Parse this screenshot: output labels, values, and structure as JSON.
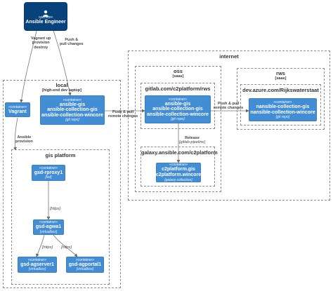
{
  "person": {
    "stereotype": "«person»",
    "name": "Ansible Engineer"
  },
  "boundaries": {
    "internet": {
      "title": "internet"
    },
    "local": {
      "title": "local",
      "subtitle": "[high-end dev laptop]"
    },
    "oss": {
      "title": "oss",
      "subtitle": "[saas]"
    },
    "rws": {
      "title": "rws",
      "subtitle": "[saas]"
    },
    "gitlab": {
      "title": "gitlab.com/c2platform/rws"
    },
    "azure": {
      "title": "dev.azure.com/Rijkswaterstaat"
    },
    "galaxy": {
      "title": "galaxy.ansible.com/c2platform"
    },
    "gis": {
      "title": "gis platform"
    }
  },
  "nodes": {
    "vagrant": {
      "stereotype": "«container»",
      "title": "Vagrant",
      "tech": ""
    },
    "local_repo": {
      "stereotype": "«container»",
      "title1": "ansible-gis",
      "title2": "ansible-collection-gis",
      "title3": "ansible-collection-wincore",
      "tech": "[git repo]"
    },
    "gitlab_repo": {
      "stereotype": "«container»",
      "title1": "ansible-gis",
      "title2": "ansible-collection-gis",
      "title3": "ansible-collection-wincore",
      "tech": "[git repo]"
    },
    "azure_repo": {
      "stereotype": "«container»",
      "title1": "nansible-collection-gis",
      "title2": "nansible-collection-wincore",
      "tech": "[git repo]"
    },
    "galaxy_coll": {
      "stereotype": "«container»",
      "title1": "c2platform.gis",
      "title2": "c2platform.wincore",
      "tech": "[galaxy collection]"
    },
    "rproxy": {
      "stereotype": "«container»",
      "title": "gsd-rproxy1",
      "tech": "[lxd]"
    },
    "agwa": {
      "stereotype": "«container»",
      "title": "gsd-agwa1",
      "tech": "[virtualbox]"
    },
    "agserver": {
      "stereotype": "«container»",
      "title": "gsd-agserver1",
      "tech": "[virtualbox]"
    },
    "agportal": {
      "stereotype": "«container»",
      "title": "gsd-agportal1",
      "tech": "[virtualbox]"
    }
  },
  "edges": {
    "vagrant_up": {
      "line1": "Vagrant up",
      "line2": "provision",
      "line3": "destroy"
    },
    "push_pull_person": {
      "line1": "Push &",
      "line2": "pull changes"
    },
    "push_pull_remote": {
      "line1": "Push & pull",
      "line2": "remote changes"
    },
    "push_pull_rws": {
      "line1": "Push & pull",
      "line2": "remote changes"
    },
    "release": {
      "line1": "Release",
      "tech": "[gitlab-pipeline]"
    },
    "ansible_provision": {
      "line1": "Ansible",
      "line2": "provision"
    },
    "https1": {
      "tech": "[https]"
    },
    "https2": {
      "tech": "[https]"
    },
    "https3": {
      "tech": "[https]"
    }
  }
}
